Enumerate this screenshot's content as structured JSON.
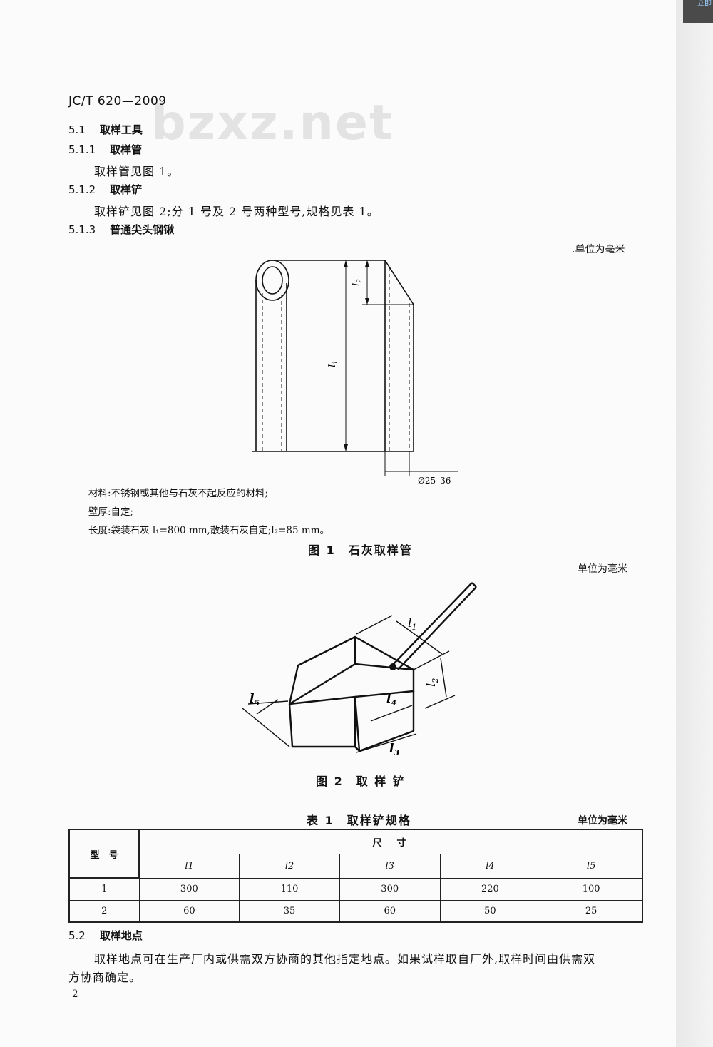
{
  "corner_tab": "立即",
  "watermark": "bzxz.net",
  "header": {
    "code": "JC/T 620—2009"
  },
  "sections": {
    "s51": {
      "num": "5.1",
      "title": "取样工具"
    },
    "s511": {
      "num": "5.1.1",
      "title": "取样管",
      "text": "取样管见图 1。"
    },
    "s512": {
      "num": "5.1.2",
      "title": "取样铲",
      "text": "取样铲见图 2;分 1 号及 2 号两种型号,规格见表 1。"
    },
    "s513": {
      "num": "5.1.3",
      "title": "普通尖头钢锹"
    },
    "s52": {
      "num": "5.2",
      "title": "取样地点",
      "text1": "取样地点可在生产厂内或供需双方协商的其他指定地点。如果试样取自厂外,取样时间由供需双",
      "text2": "方协商确定。"
    }
  },
  "figure1": {
    "unit_note": ".单位为毫米",
    "dim_l1": "l",
    "dim_l1_sub": "1",
    "dim_l2": "l",
    "dim_l2_sub": "2",
    "diameter": "Ø25–36",
    "notes": {
      "material": "材料:不锈钢或其他与石灰不起反应的材料;",
      "thickness": "壁厚:自定;",
      "length": "长度:袋装石灰 l₁=800 mm,散装石灰自定;l₂=85 mm。"
    },
    "caption": "图 1　石灰取样管"
  },
  "figure2": {
    "unit_note": "单位为毫米",
    "labels": [
      "l1",
      "l2",
      "l3",
      "l4",
      "l5"
    ],
    "caption": "图 2　取 样 铲"
  },
  "table1": {
    "caption": "表 1　取样铲规格",
    "unit_note": "单位为毫米",
    "col_type": "型　号",
    "col_size": "尺　寸",
    "sub_headers": [
      "l1",
      "l2",
      "l3",
      "l4",
      "l5"
    ],
    "rows": [
      {
        "type": "1",
        "values": [
          "300",
          "110",
          "300",
          "220",
          "100"
        ]
      },
      {
        "type": "2",
        "values": [
          "60",
          "35",
          "60",
          "50",
          "25"
        ]
      }
    ]
  },
  "page_number": "2"
}
